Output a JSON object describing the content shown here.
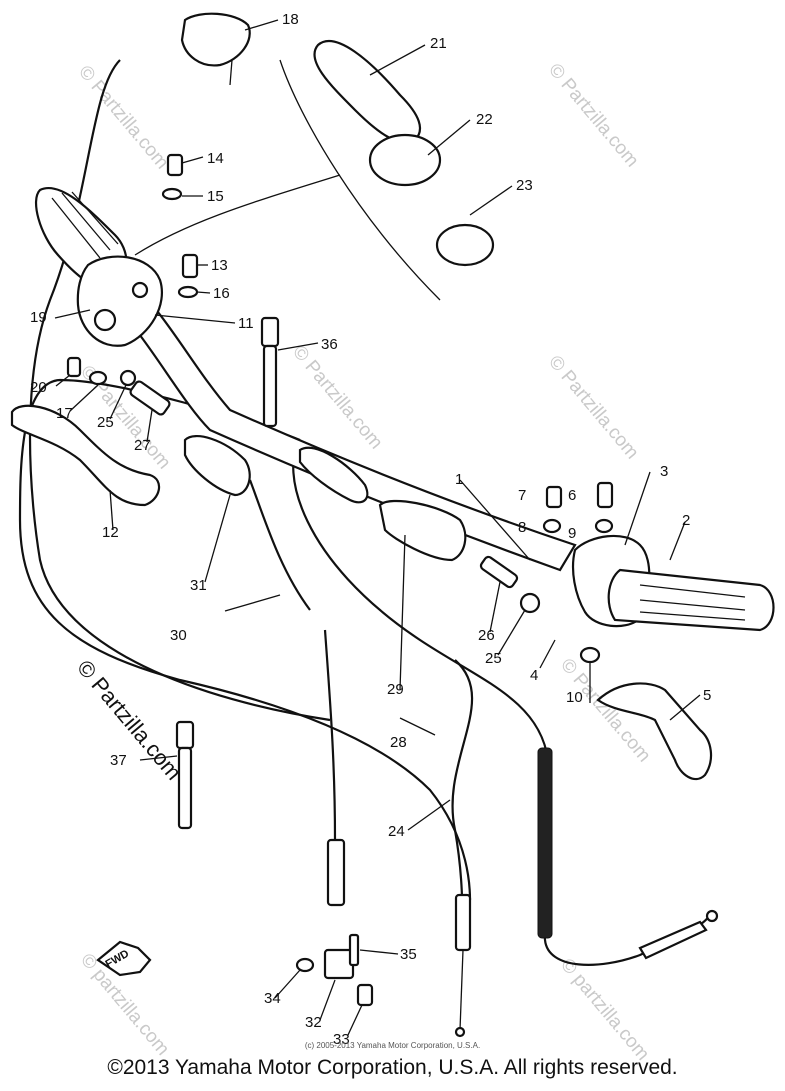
{
  "watermarks": {
    "top_right": "© Partzilla.com",
    "mid_right": "© Partzilla.com",
    "left_top": "© Partzilla.com",
    "center": "© Partzilla.com",
    "left_mid": "© Partzilla.com",
    "left_big": "© Partzilla.com",
    "right_lower": "© Partzilla.com",
    "bottom_left": "© partzilla.com",
    "bottom_right": "© partzilla.com"
  },
  "part_labels": {
    "p1": "1",
    "p2": "2",
    "p3": "3",
    "p4": "4",
    "p5": "5",
    "p6": "6",
    "p7": "7",
    "p8": "8",
    "p9": "9",
    "p10": "10",
    "p11": "11",
    "p12": "12",
    "p13": "13",
    "p14": "14",
    "p15": "15",
    "p16": "16",
    "p17": "17",
    "p18": "18",
    "p19": "19",
    "p20": "20",
    "p21": "21",
    "p22": "22",
    "p23": "23",
    "p24": "24",
    "p25a": "25",
    "p25b": "25",
    "p26": "26",
    "p27": "27",
    "p28": "28",
    "p29": "29",
    "p30": "30",
    "p31": "31",
    "p32": "32",
    "p33": "33",
    "p34": "34",
    "p35": "35",
    "p36": "36",
    "p37": "37"
  },
  "fwd_tag": "FWD",
  "small_copyright": "(c) 2005-2013 Yamaha Motor Corporation, U.S.A.",
  "copyright": "©2013 Yamaha Motor Corporation, U.S.A. All rights reserved."
}
